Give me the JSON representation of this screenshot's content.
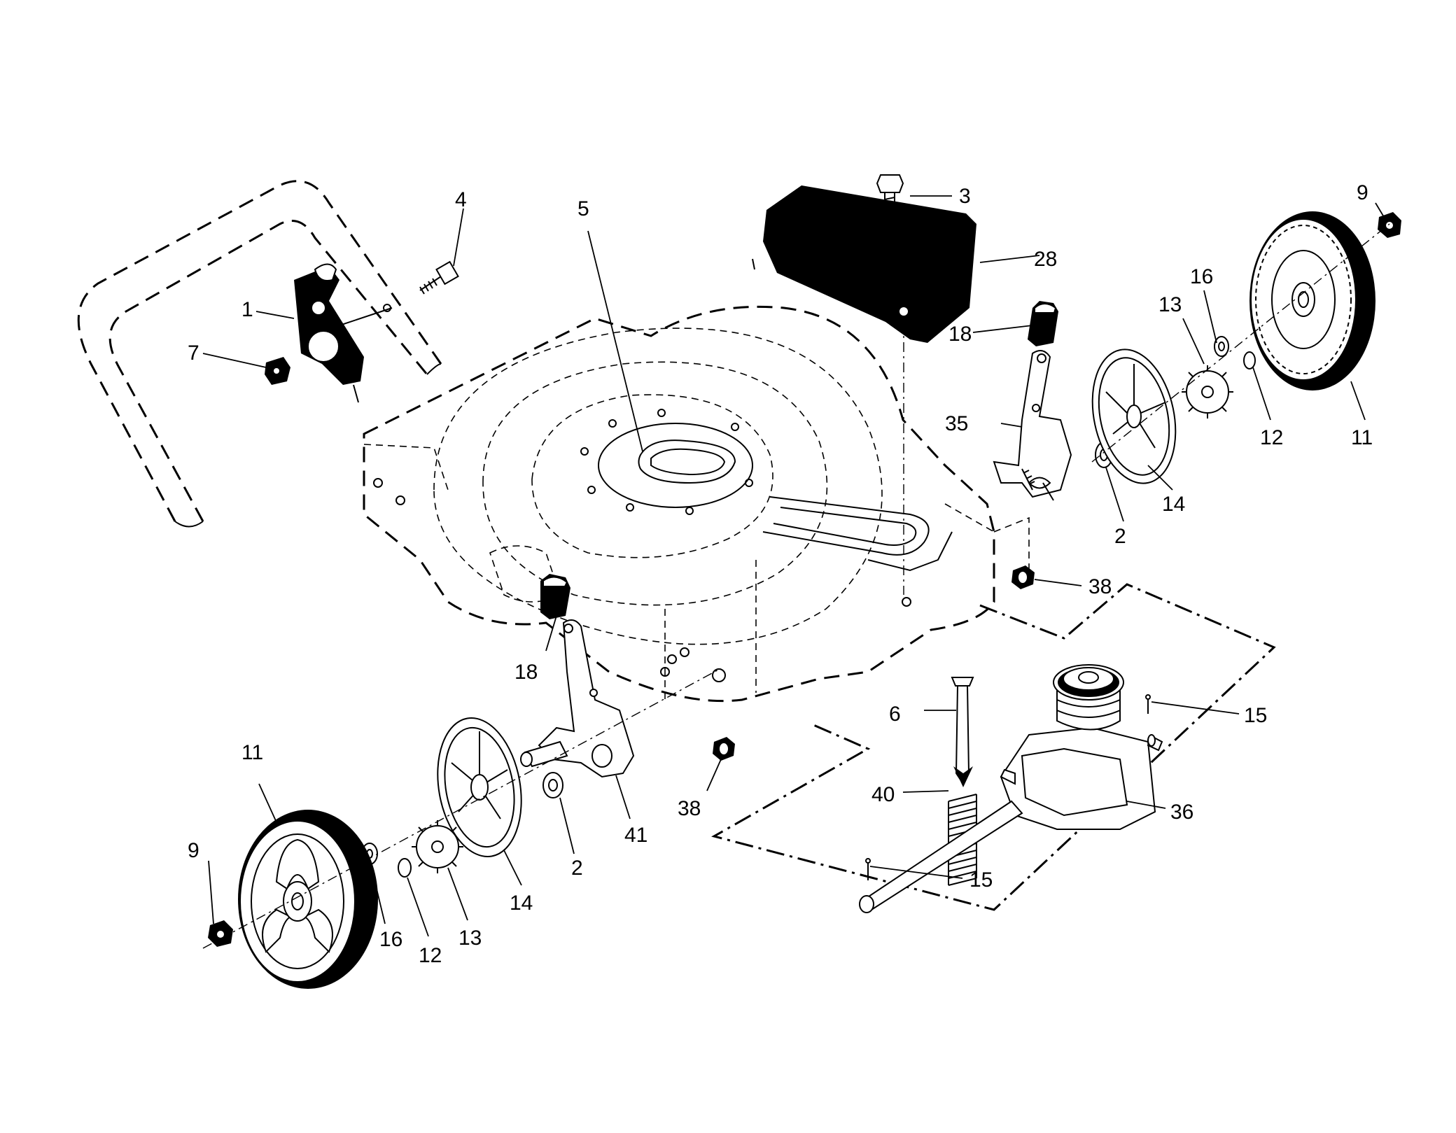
{
  "callouts": [
    {
      "id": "c1",
      "text": "1"
    },
    {
      "id": "c2a",
      "text": "2"
    },
    {
      "id": "c2b",
      "text": "2"
    },
    {
      "id": "c3",
      "text": "3"
    },
    {
      "id": "c4",
      "text": "4"
    },
    {
      "id": "c5",
      "text": "5"
    },
    {
      "id": "c6",
      "text": "6"
    },
    {
      "id": "c7",
      "text": "7"
    },
    {
      "id": "c9a",
      "text": "9"
    },
    {
      "id": "c9b",
      "text": "9"
    },
    {
      "id": "c11a",
      "text": "11"
    },
    {
      "id": "c11b",
      "text": "11"
    },
    {
      "id": "c12a",
      "text": "12"
    },
    {
      "id": "c12b",
      "text": "12"
    },
    {
      "id": "c13a",
      "text": "13"
    },
    {
      "id": "c13b",
      "text": "13"
    },
    {
      "id": "c14a",
      "text": "14"
    },
    {
      "id": "c14b",
      "text": "14"
    },
    {
      "id": "c15a",
      "text": "15"
    },
    {
      "id": "c15b",
      "text": "15"
    },
    {
      "id": "c16a",
      "text": "16"
    },
    {
      "id": "c16b",
      "text": "16"
    },
    {
      "id": "c18a",
      "text": "18"
    },
    {
      "id": "c18b",
      "text": "18"
    },
    {
      "id": "c28",
      "text": "28"
    },
    {
      "id": "c35",
      "text": "35"
    },
    {
      "id": "c36",
      "text": "36"
    },
    {
      "id": "c38a",
      "text": "38"
    },
    {
      "id": "c38b",
      "text": "38"
    },
    {
      "id": "c40",
      "text": "40"
    },
    {
      "id": "c41",
      "text": "41"
    }
  ]
}
